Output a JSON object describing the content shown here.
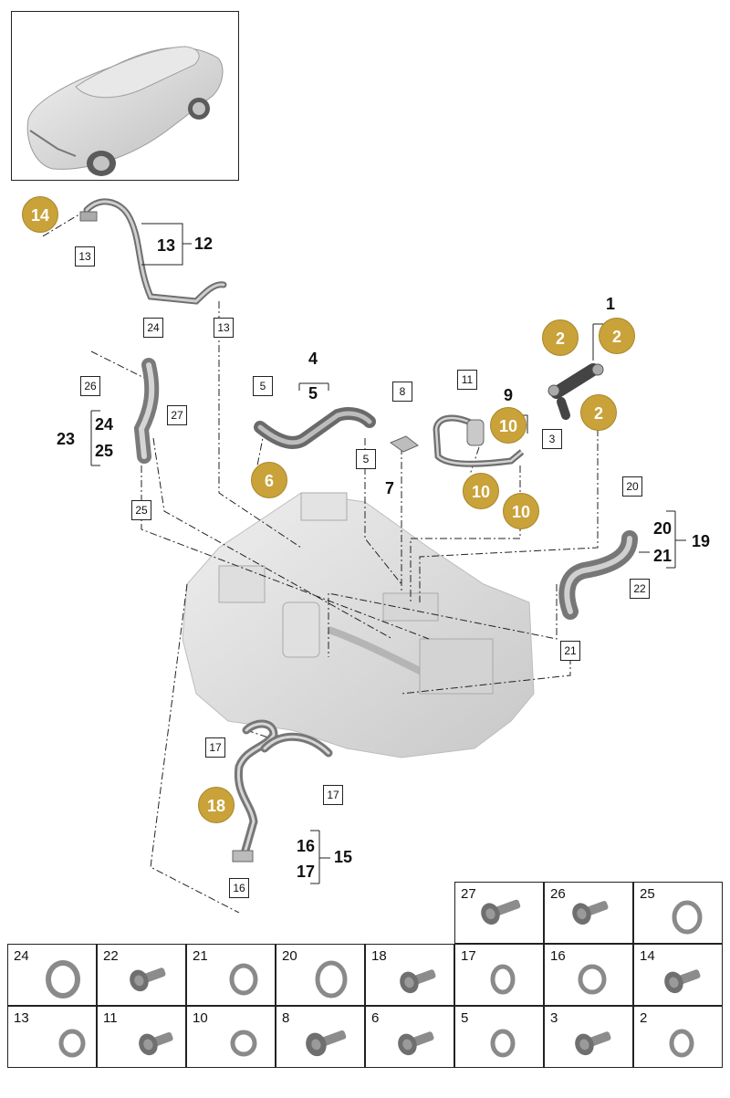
{
  "thumbnail": {
    "icon": "car-sedan-icon"
  },
  "callouts": {
    "c14": "14",
    "c2a": "2",
    "c2b": "2",
    "c2c": "2",
    "c6": "6",
    "c10a": "10",
    "c10b": "10",
    "c10c": "10",
    "c18": "18"
  },
  "boxes": {
    "b13a": "13",
    "b13b": "13",
    "b24": "24",
    "b26": "26",
    "b27": "27",
    "b25": "25",
    "b5a": "5",
    "b5b": "5",
    "b8": "8",
    "b11": "11",
    "b3": "3",
    "b20": "20",
    "b22": "22",
    "b21": "21",
    "b17a": "17",
    "b17b": "17",
    "b16": "16"
  },
  "labels": {
    "l12": "12",
    "l13": "13",
    "l4": "4",
    "l5": "5",
    "l1": "1",
    "l9": "9",
    "l7": "7",
    "l23": "23",
    "l24": "24",
    "l25": "25",
    "l19": "19",
    "l20": "20",
    "l21": "21",
    "l15": "15",
    "l16": "16",
    "l17": "17"
  },
  "parts_table": {
    "top_row": [
      {
        "num": "27",
        "icon": "bolt-icon"
      },
      {
        "num": "26",
        "icon": "bolt-icon"
      },
      {
        "num": "25",
        "icon": "seal-ring-icon"
      }
    ],
    "middle_row": [
      {
        "num": "24",
        "icon": "seal-ring-icon"
      },
      {
        "num": "22",
        "icon": "bolt-icon"
      },
      {
        "num": "21",
        "icon": "seal-ring-icon"
      },
      {
        "num": "20",
        "icon": "seal-ring-icon"
      },
      {
        "num": "18",
        "icon": "bolt-icon"
      },
      {
        "num": "17",
        "icon": "seal-ring-icon"
      },
      {
        "num": "16",
        "icon": "seal-ring-icon"
      },
      {
        "num": "14",
        "icon": "bolt-icon"
      }
    ],
    "bottom_row": [
      {
        "num": "13",
        "icon": "seal-ring-icon"
      },
      {
        "num": "11",
        "icon": "bolt-icon"
      },
      {
        "num": "10",
        "icon": "seal-ring-icon"
      },
      {
        "num": "8",
        "icon": "bolt-icon"
      },
      {
        "num": "6",
        "icon": "bolt-icon"
      },
      {
        "num": "5",
        "icon": "seal-ring-icon"
      },
      {
        "num": "3",
        "icon": "bolt-icon"
      },
      {
        "num": "2",
        "icon": "seal-ring-icon"
      }
    ]
  },
  "colors": {
    "callout_fill": "#c9a23a",
    "pipe": "#8a8a8a",
    "engine": "#d9d9d9"
  }
}
